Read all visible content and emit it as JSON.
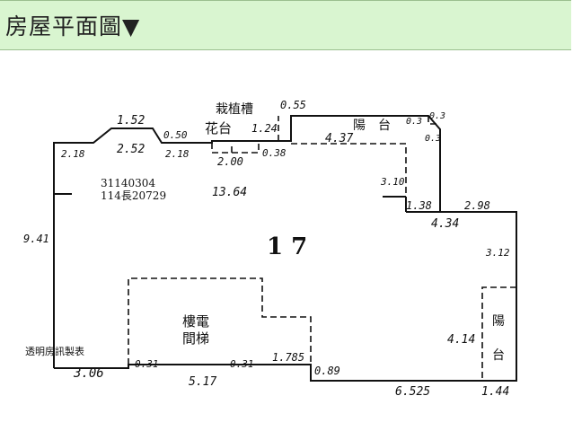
{
  "header": {
    "title": "房屋平面圖▼"
  },
  "plan": {
    "unit_number": "1 7",
    "serial_line1": "31140304",
    "serial_line2": "114長20729",
    "footer_note": "透明房訊製表",
    "rooms": {
      "planter": "栽植槽",
      "flower_bed": "花台",
      "balcony_top": "陽　台",
      "balcony_right_1": "陽",
      "balcony_right_2": "台",
      "elevator_1": "樓電",
      "elevator_2": "間梯"
    },
    "dimensions": {
      "d_0_55": "0.55",
      "d_1_52": "1.52",
      "d_0_50": "0.50",
      "d_2_18_left": "2.18",
      "d_2_52": "2.52",
      "d_2_18_mid": "2.18",
      "d_1_24": "1.24",
      "d_2_00": "2.00",
      "d_0_38": "0.38",
      "d_4_37": "4.37",
      "d_0_3a": "0.3",
      "d_0_3b": "0.3",
      "d_0_3c": "0.3",
      "d_13_64": "13.64",
      "d_3_10": "3.10",
      "d_1_38": "1.38",
      "d_2_98": "2.98",
      "d_4_34": "4.34",
      "d_9_41": "9.41",
      "d_3_12": "3.12",
      "d_4_14": "4.14",
      "d_1_785": "1.785",
      "d_0_89": "0.89",
      "d_0_31a": "0.31",
      "d_0_31b": "0.31",
      "d_3_06": "3.06",
      "d_5_17": "5.17",
      "d_6_525": "6.525",
      "d_1_44": "1.44"
    }
  }
}
